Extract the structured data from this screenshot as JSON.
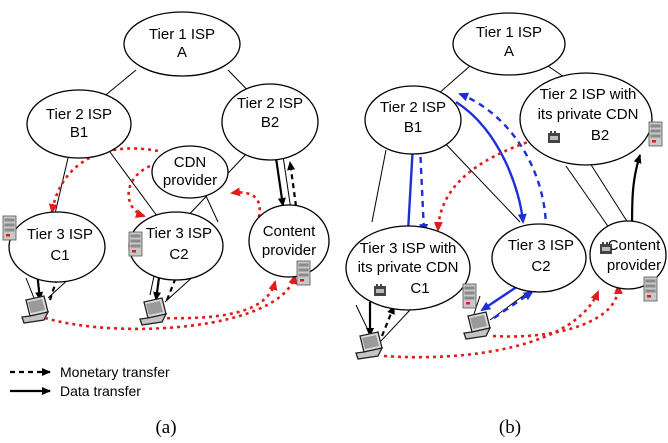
{
  "colors": {
    "monetary_red": "#e11b1b",
    "transfer_blue": "#1f2fd6",
    "line_black": "#000000"
  },
  "panel_a": {
    "caption": "(a)",
    "tier1": [
      "Tier 1 ISP",
      "A"
    ],
    "b1": [
      "Tier 2 ISP",
      "B1"
    ],
    "b2": [
      "Tier 2 ISP",
      "B2"
    ],
    "cdn": [
      "CDN",
      "provider"
    ],
    "c1": [
      "Tier 3 ISP",
      "C1"
    ],
    "c2": [
      "Tier 3 ISP",
      "C2"
    ],
    "content": [
      "Content",
      "provider"
    ]
  },
  "panel_b": {
    "caption": "(b)",
    "tier1": [
      "Tier 1 ISP",
      "A"
    ],
    "b1": [
      "Tier 2 ISP",
      "B1"
    ],
    "b2": [
      "Tier 2 ISP with",
      "its private CDN",
      "B2"
    ],
    "c1": [
      "Tier 3 ISP with",
      "its private CDN",
      "C1"
    ],
    "c2": [
      "Tier 3 ISP",
      "C2"
    ],
    "content": [
      "Content",
      "provider"
    ]
  },
  "legend": {
    "monetary": "Monetary transfer",
    "data": "Data transfer"
  },
  "icons": [
    "server-icon",
    "laptop-icon",
    "cdn-cache-icon"
  ]
}
